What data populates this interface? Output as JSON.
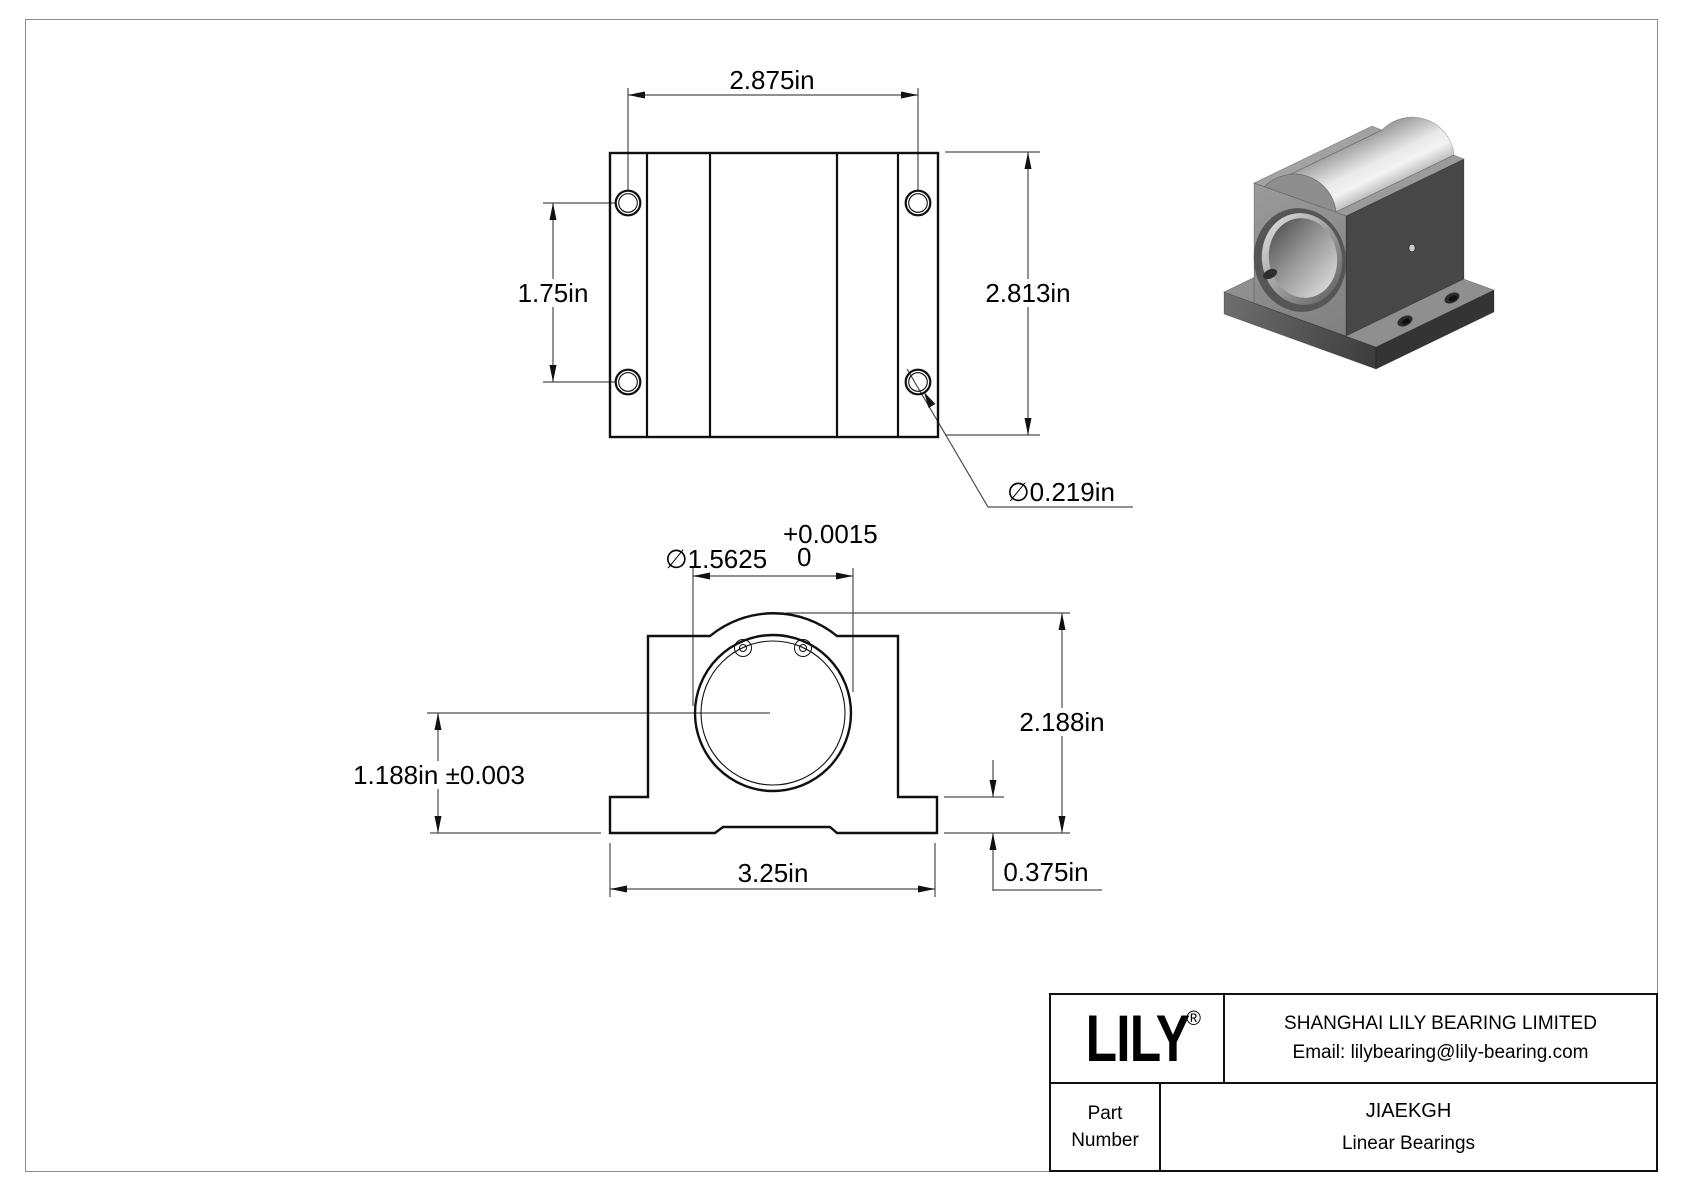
{
  "drawing": {
    "top_view": {
      "hole_span": "2.875in",
      "hole_pitch": "1.75in",
      "overall_height": "2.813in",
      "mount_hole_dia": "∅0.219in"
    },
    "front_view": {
      "bore_dia": "∅1.5625",
      "bore_tol_upper": "+0.0015",
      "bore_tol_lower": "0",
      "center_height": "1.188in ±0.003",
      "overall_height": "2.188in",
      "base_thickness": "0.375in",
      "base_width": "3.25in"
    }
  },
  "title_block": {
    "logo_text": "LILY",
    "registered_mark": "®",
    "company": "SHANGHAI LILY BEARING LIMITED",
    "email": "Email: lilybearing@lily-bearing.com",
    "part_label_line1": "Part",
    "part_label_line2": "Number",
    "part_number": "JIAEKGH",
    "category": "Linear Bearings"
  },
  "colors": {
    "object_line": "#101010",
    "dim_line": "#4d4d4d",
    "page_border": "#8c8c8c",
    "render_light": "#e8e8e8",
    "render_mid": "#8e8e8e",
    "render_dark": "#3f3f3f"
  }
}
